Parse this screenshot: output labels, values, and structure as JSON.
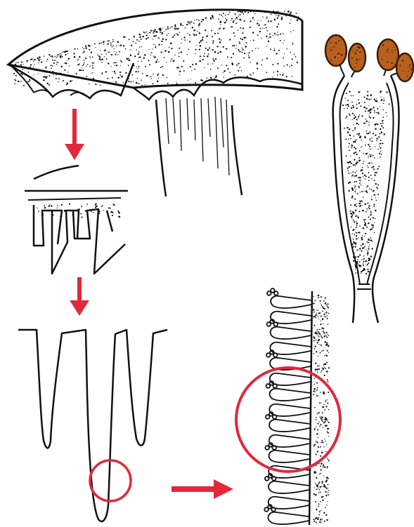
{
  "colors": {
    "ink": "#111111",
    "arrow": "#e2283c",
    "highlight_circle": "#e2283c",
    "spore_fill": "#b8601e",
    "spore_outline": "#3a1c08",
    "background": "#ffffff"
  },
  "figure": {
    "panels": [
      {
        "name": "mushroom-cap-with-gills"
      },
      {
        "name": "gill-section-closeup"
      },
      {
        "name": "gill-plates-deep"
      },
      {
        "name": "hymenium-basidia-layer"
      },
      {
        "name": "basidium-with-four-spores"
      }
    ],
    "arrows": 3,
    "highlight_circles": 2,
    "basidium_spore_count": 4
  }
}
